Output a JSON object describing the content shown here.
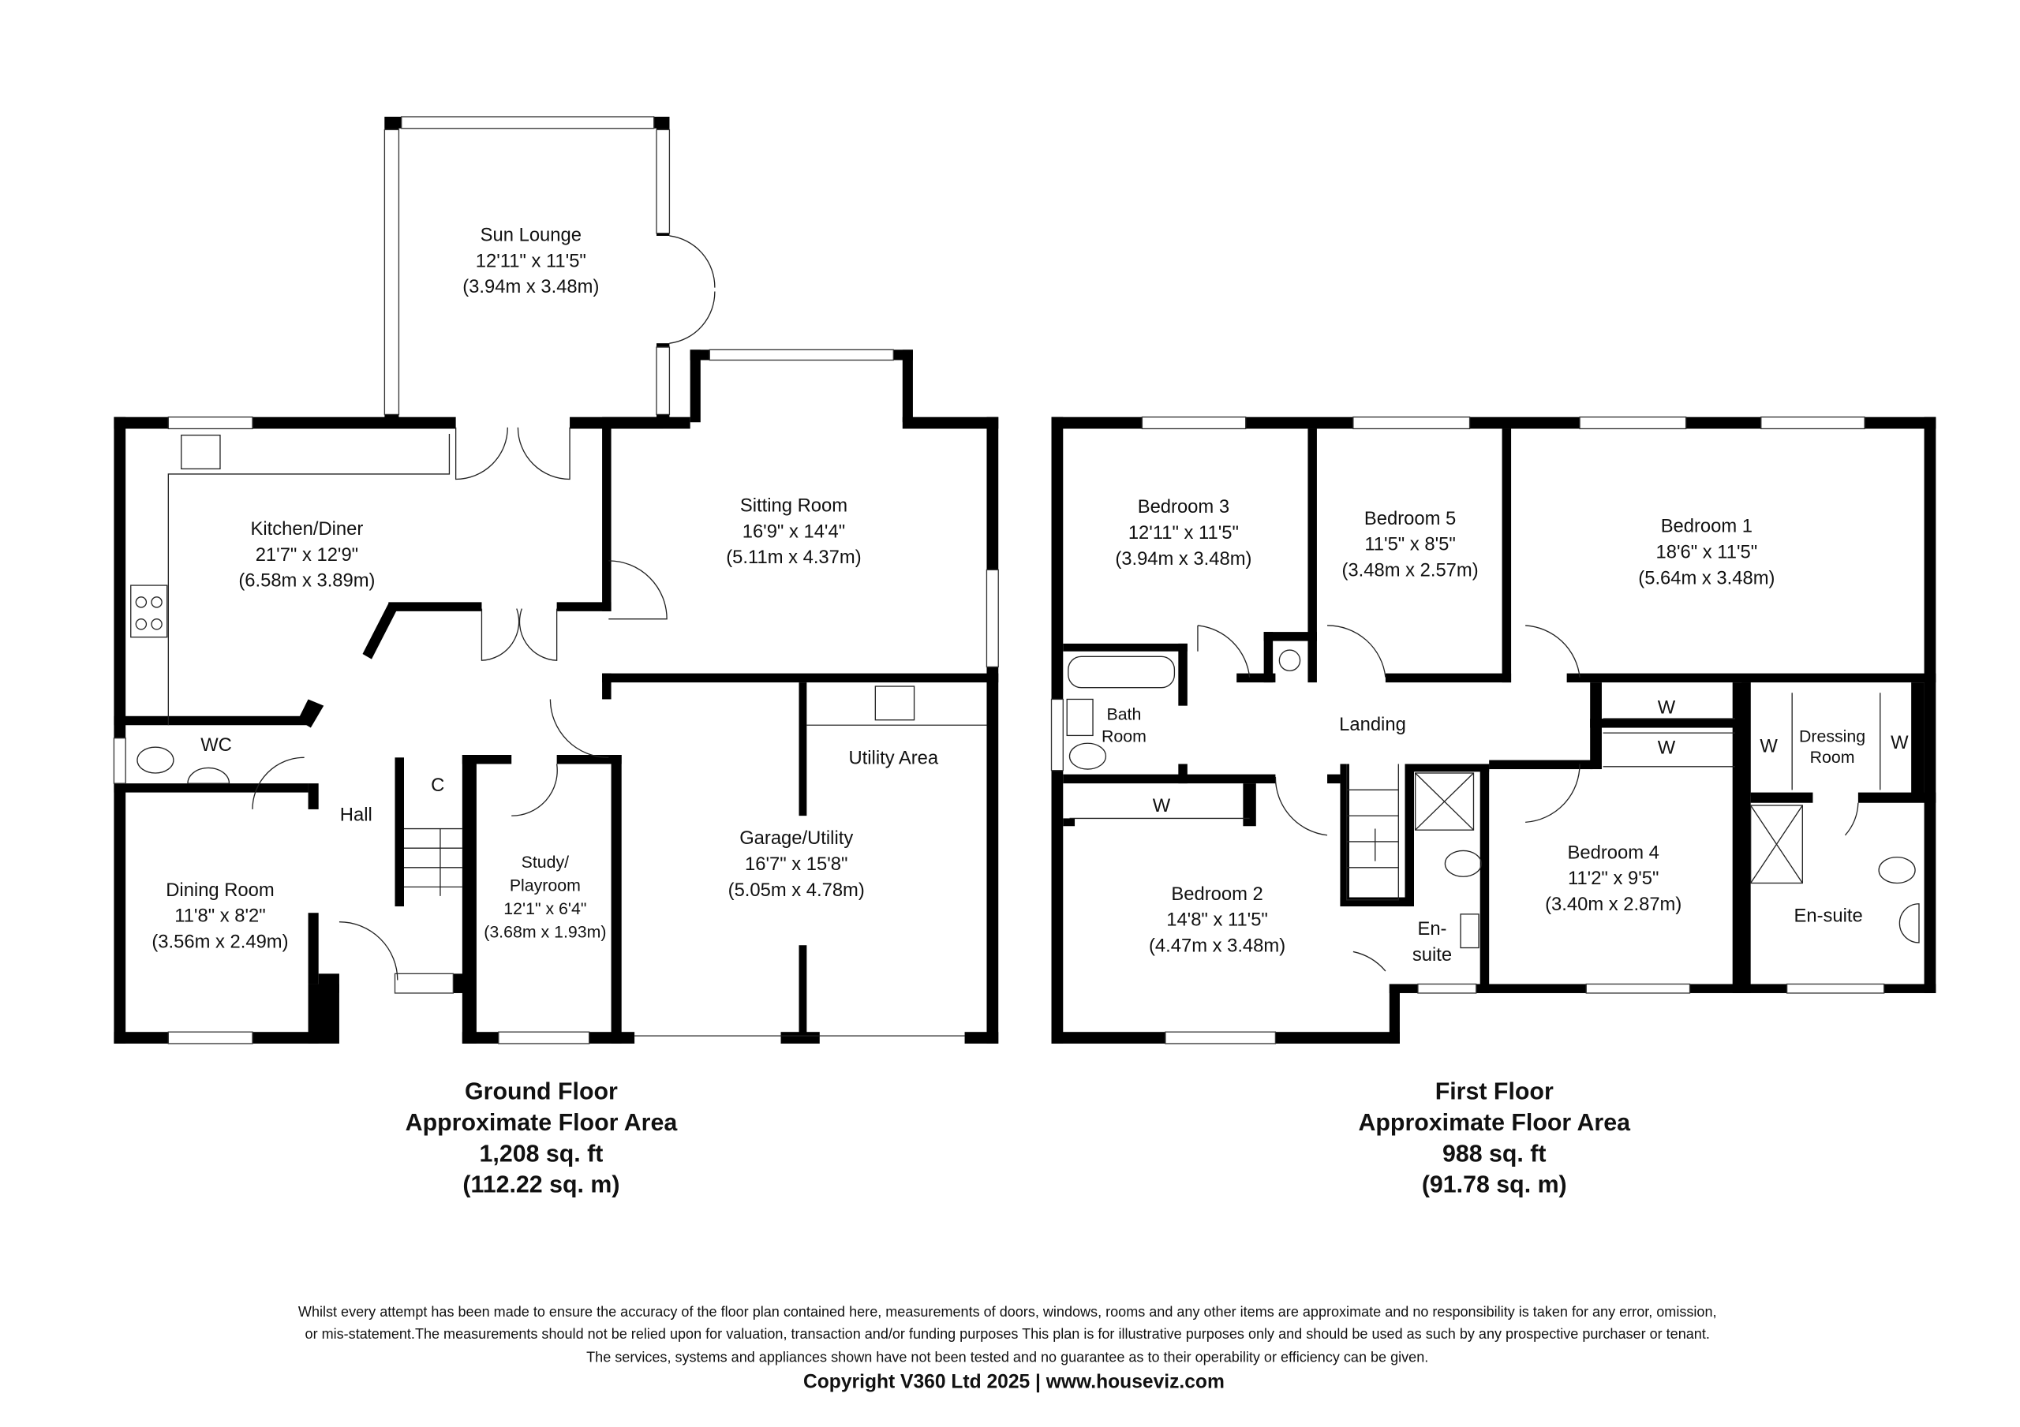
{
  "ground_floor": {
    "rooms": {
      "sun_lounge": {
        "name": "Sun Lounge",
        "imperial": "12'11\" x 11'5\"",
        "metric": "(3.94m x 3.48m)"
      },
      "kitchen": {
        "name": "Kitchen/Diner",
        "imperial": "21'7\" x 12'9\"",
        "metric": "(6.58m x 3.89m)"
      },
      "sitting": {
        "name": "Sitting Room",
        "imperial": "16'9\" x 14'4\"",
        "metric": "(5.11m x 4.37m)"
      },
      "wc": {
        "name": "WC"
      },
      "hall": {
        "name": "Hall"
      },
      "cupboard": {
        "name": "C"
      },
      "dining": {
        "name": "Dining Room",
        "imperial": "11'8\" x 8'2\"",
        "metric": "(3.56m x 2.49m)"
      },
      "study": {
        "name1": "Study/",
        "name2": "Playroom",
        "imperial": "12'1\" x 6'4\"",
        "metric": "(3.68m x 1.93m)"
      },
      "utility_area": {
        "name": "Utility Area"
      },
      "garage": {
        "name": "Garage/Utility",
        "imperial": "16'7\" x 15'8\"",
        "metric": "(5.05m x 4.78m)"
      }
    },
    "title": "Ground Floor",
    "subtitle": "Approximate Floor Area",
    "area_sqft": "1,208 sq. ft",
    "area_sqm": "(112.22 sq. m)"
  },
  "first_floor": {
    "rooms": {
      "bedroom3": {
        "name": "Bedroom 3",
        "imperial": "12'11\" x 11'5\"",
        "metric": "(3.94m x 3.48m)"
      },
      "bedroom5": {
        "name": "Bedroom 5",
        "imperial": "11'5\" x 8'5\"",
        "metric": "(3.48m x 2.57m)"
      },
      "bedroom1": {
        "name": "Bedroom 1",
        "imperial": "18'6\" x 11'5\"",
        "metric": "(5.64m x 3.48m)"
      },
      "bathroom": {
        "name1": "Bath",
        "name2": "Room"
      },
      "landing": {
        "name": "Landing"
      },
      "bedroom2": {
        "name": "Bedroom 2",
        "imperial": "14'8\" x 11'5\"",
        "metric": "(4.47m x 3.48m)"
      },
      "ensuite2": {
        "name1": "En-",
        "name2": "suite"
      },
      "bedroom4": {
        "name": "Bedroom 4",
        "imperial": "11'2\" x 9'5\"",
        "metric": "(3.40m x 2.87m)"
      },
      "dressing": {
        "name1": "Dressing",
        "name2": "Room"
      },
      "ensuite1": {
        "name": "En-suite"
      },
      "wardrobe": "W"
    },
    "title": "First Floor",
    "subtitle": "Approximate Floor Area",
    "area_sqft": "988 sq. ft",
    "area_sqm": "(91.78 sq. m)"
  },
  "footer": {
    "disclaimer": [
      "Whilst every attempt has been made to ensure the accuracy of the floor plan contained here, measurements of doors, windows, rooms and any other items are approximate and no responsibility is taken for any error, omission,",
      "or mis-statement.The measurements should not be relied upon for valuation, transaction and/or funding purposes This plan is for illustrative purposes only and should be used as such by any prospective purchaser or tenant.",
      "The services, systems and appliances shown have not been tested and no guarantee as to their operability or efficiency can be given."
    ],
    "copyright": "Copyright V360 Ltd 2025 | www.houseviz.com"
  }
}
